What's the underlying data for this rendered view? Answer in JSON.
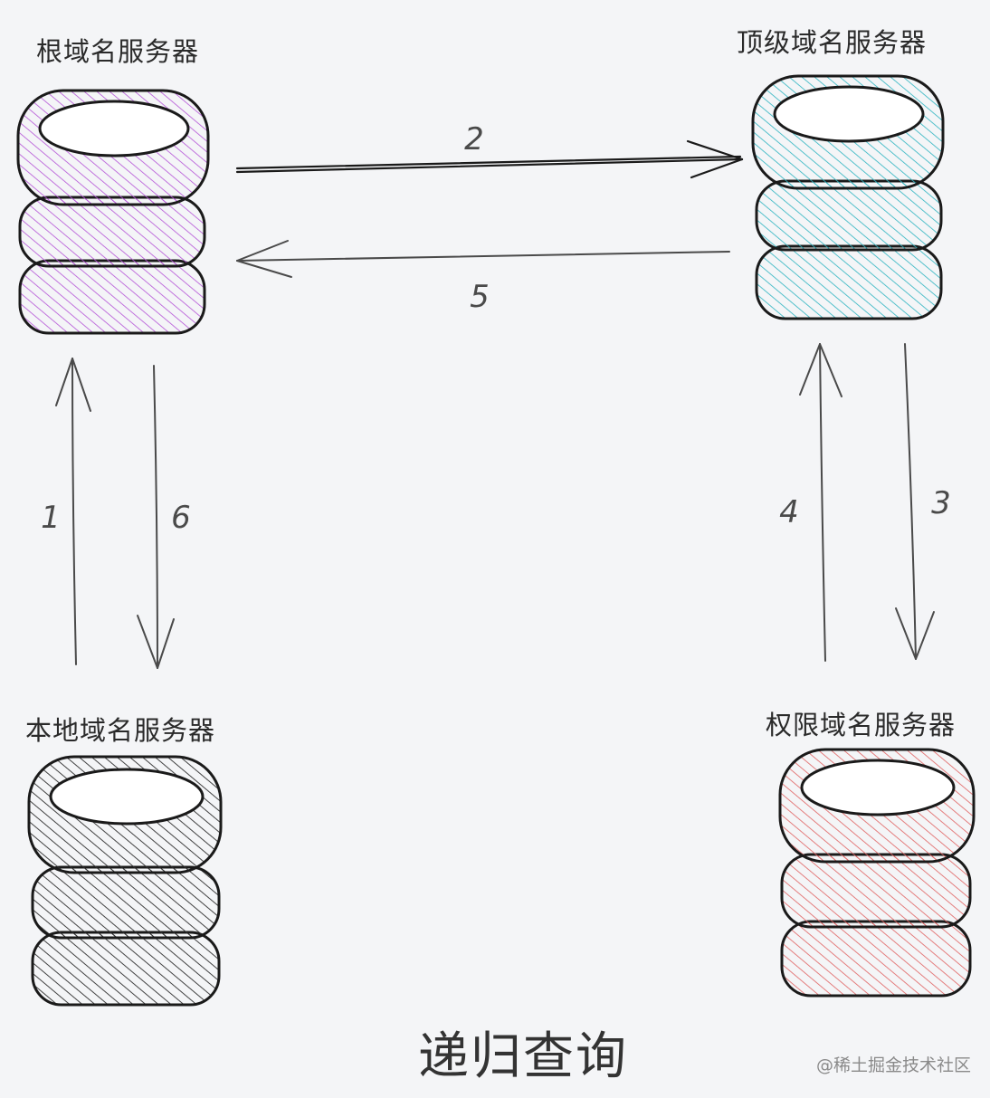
{
  "title": "递归查询",
  "watermark": "@稀土掘金技术社区",
  "nodes": {
    "root": {
      "label": "根域名服务器",
      "color": "#b452d6"
    },
    "tld": {
      "label": "顶级域名服务器",
      "color": "#2bb3c0"
    },
    "local": {
      "label": "本地域名服务器",
      "color": "#2e2e2e"
    },
    "auth": {
      "label": "权限域名服务器",
      "color": "#e06060"
    }
  },
  "steps": [
    {
      "id": "1",
      "label": "1",
      "from": "local",
      "to": "root"
    },
    {
      "id": "2",
      "label": "2",
      "from": "root",
      "to": "tld"
    },
    {
      "id": "3",
      "label": "3",
      "from": "tld",
      "to": "auth"
    },
    {
      "id": "4",
      "label": "4",
      "from": "auth",
      "to": "tld"
    },
    {
      "id": "5",
      "label": "5",
      "from": "tld",
      "to": "root"
    },
    {
      "id": "6",
      "label": "6",
      "from": "root",
      "to": "local"
    }
  ]
}
